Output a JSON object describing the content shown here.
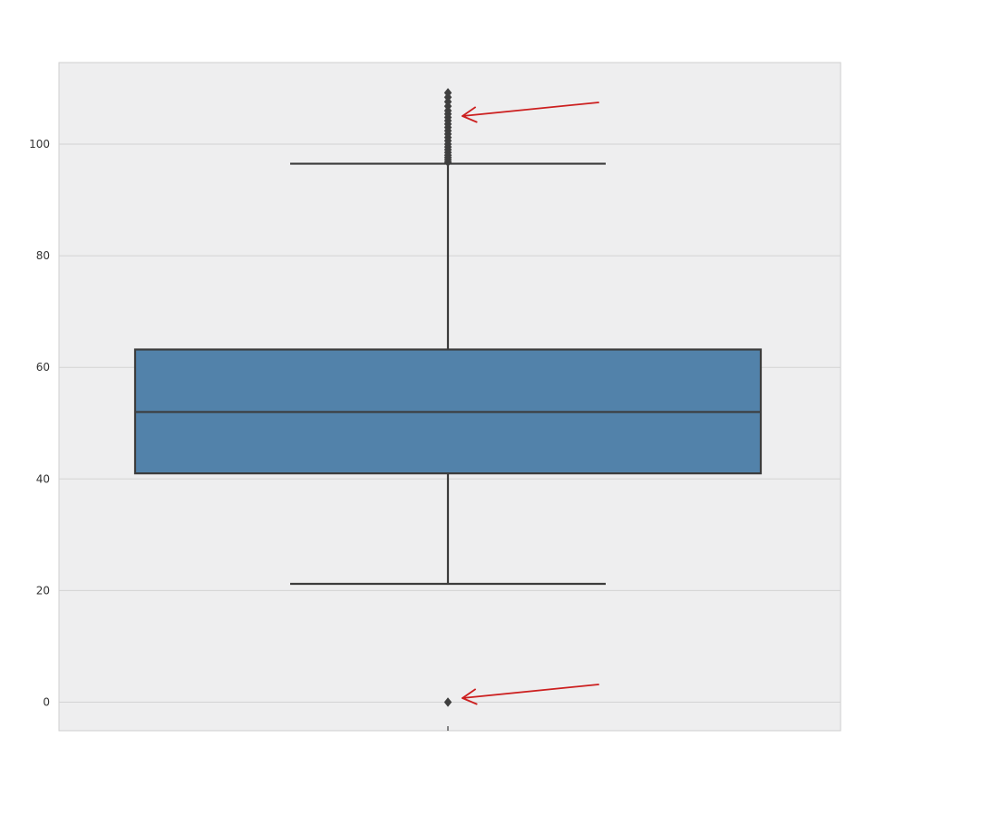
{
  "chart_data": {
    "type": "box",
    "title": "",
    "xlabel": "",
    "ylabel": "",
    "ylim": [
      -5,
      115
    ],
    "yticks": [
      0,
      20,
      40,
      60,
      80,
      100
    ],
    "grid": true,
    "legend": "none",
    "box": {
      "whisker_low": 21.2,
      "q1": 41.0,
      "median": 52.0,
      "q3": 63.2,
      "whisker_high": 96.5
    },
    "outliers": [
      0.0,
      96.8,
      97.2,
      97.6,
      98.0,
      98.5,
      99.0,
      99.5,
      100.0,
      100.6,
      101.2,
      101.8,
      102.4,
      103.0,
      103.6,
      104.2,
      104.8,
      105.4,
      106.0,
      106.8,
      107.6,
      108.4,
      109.2
    ],
    "annotations": [
      {
        "type": "arrow",
        "target": "upper outliers",
        "color": "#cc1f1f"
      },
      {
        "type": "arrow",
        "target": "lower outlier",
        "color": "#cc1f1f"
      }
    ],
    "colors": {
      "plot_background": "#eeeeef",
      "box_fill": "#5282aa",
      "line": "#3c3c3c",
      "grid": "#d3d3d3",
      "annotation": "#cc1f1f"
    }
  }
}
